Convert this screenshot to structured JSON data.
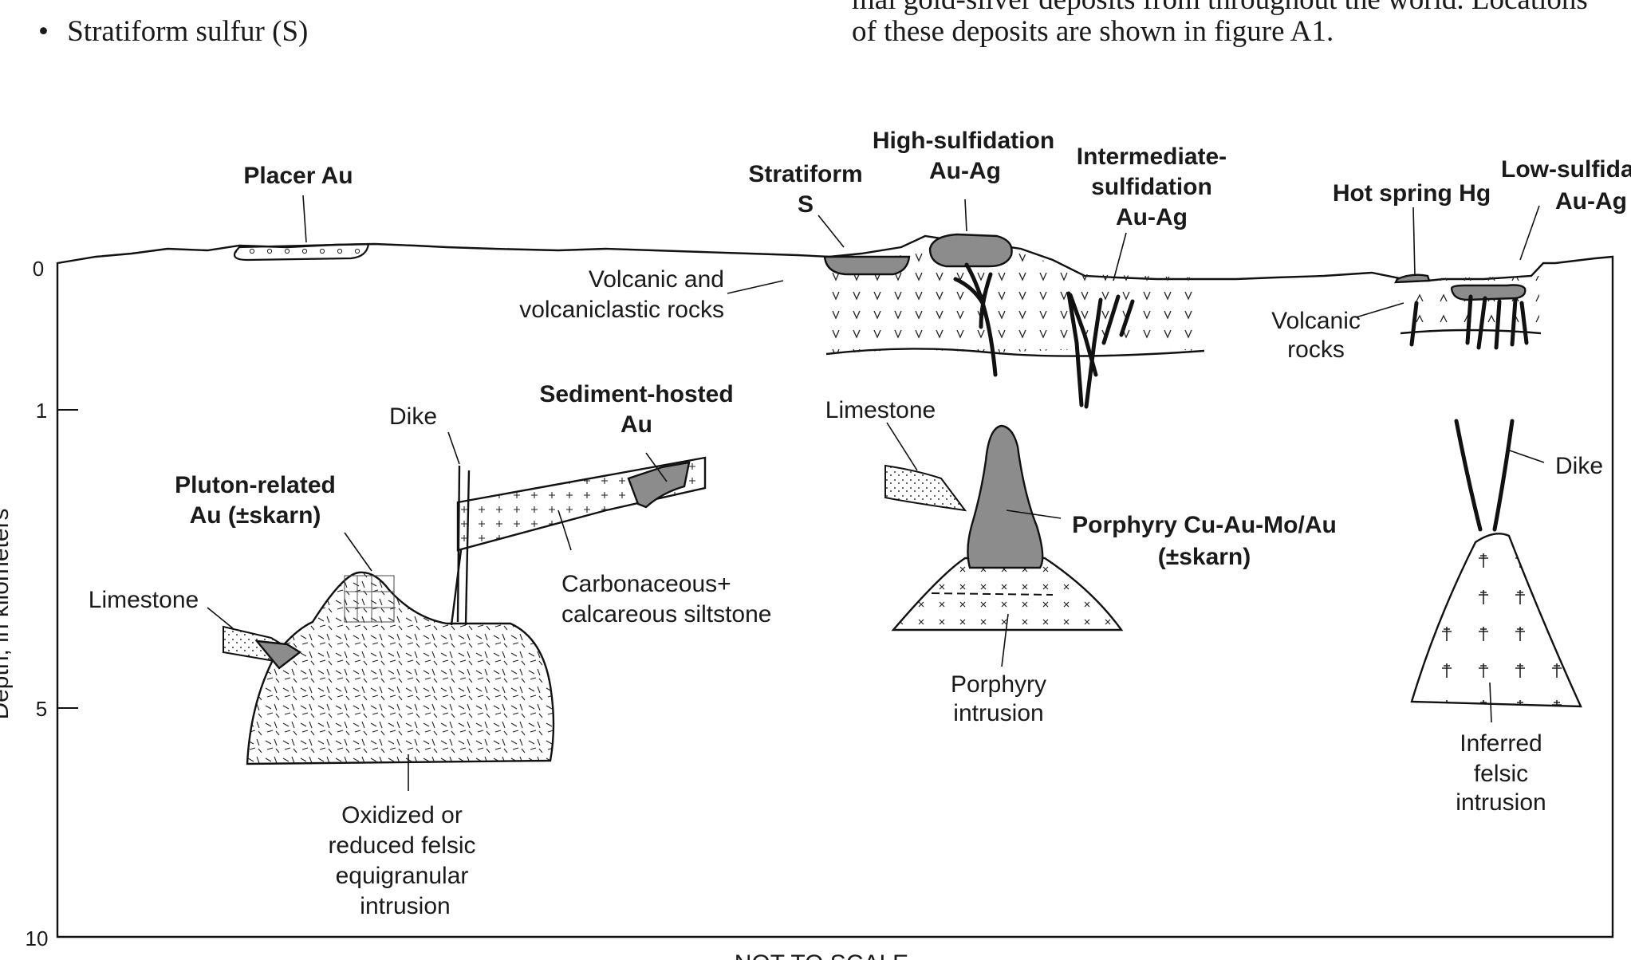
{
  "page": {
    "bullet_glyph": "•",
    "bullet_text": "Stratiform sulfur (S)",
    "right_text_line1": "mal gold-silver deposits from throughout the world. Locations",
    "right_text_line2": "of these deposits are shown in figure A1."
  },
  "axis": {
    "title": "Depth, in kilometers",
    "ticks": [
      "0",
      "1",
      "5",
      "10"
    ]
  },
  "deposits": {
    "placer": "Placer Au",
    "stratiform": [
      "Stratiform",
      "S"
    ],
    "high_sulfidation": [
      "High-sulfidation",
      "Au-Ag"
    ],
    "intermediate_sulfidation": [
      "Intermediate-",
      "sulfidation",
      "Au-Ag"
    ],
    "hot_spring": "Hot spring Hg",
    "low_sulfidation": [
      "Low-sulfidation",
      "Au-Ag"
    ],
    "sediment_hosted": [
      "Sediment-hosted",
      "Au"
    ],
    "pluton_related": [
      "Pluton-related",
      "Au (±skarn)"
    ],
    "porphyry": [
      "Porphyry Cu-Au-Mo/Au",
      "(±skarn)"
    ]
  },
  "rocks": {
    "volcanic_volcaniclastic": [
      "Volcanic and",
      "volcaniclastic rocks"
    ],
    "volcanic": [
      "Volcanic",
      "rocks"
    ],
    "dike_left": "Dike",
    "dike_right": "Dike",
    "limestone_left": "Limestone",
    "limestone_center": "Limestone",
    "carbonaceous": [
      "Carbonaceous+",
      "calcareous siltstone"
    ],
    "porphyry_intrusion": [
      "Porphyry",
      "intrusion"
    ],
    "felsic_equigranular": [
      "Oxidized or",
      "reduced felsic",
      "equigranular",
      "intrusion"
    ],
    "inferred_felsic": [
      "Inferred",
      "felsic",
      "intrusion"
    ]
  },
  "footer": {
    "note": "NOT TO SCALE"
  },
  "colors": {
    "ore_fill": "#8c8c8c",
    "line": "#111111",
    "text": "#1a1a1a"
  }
}
